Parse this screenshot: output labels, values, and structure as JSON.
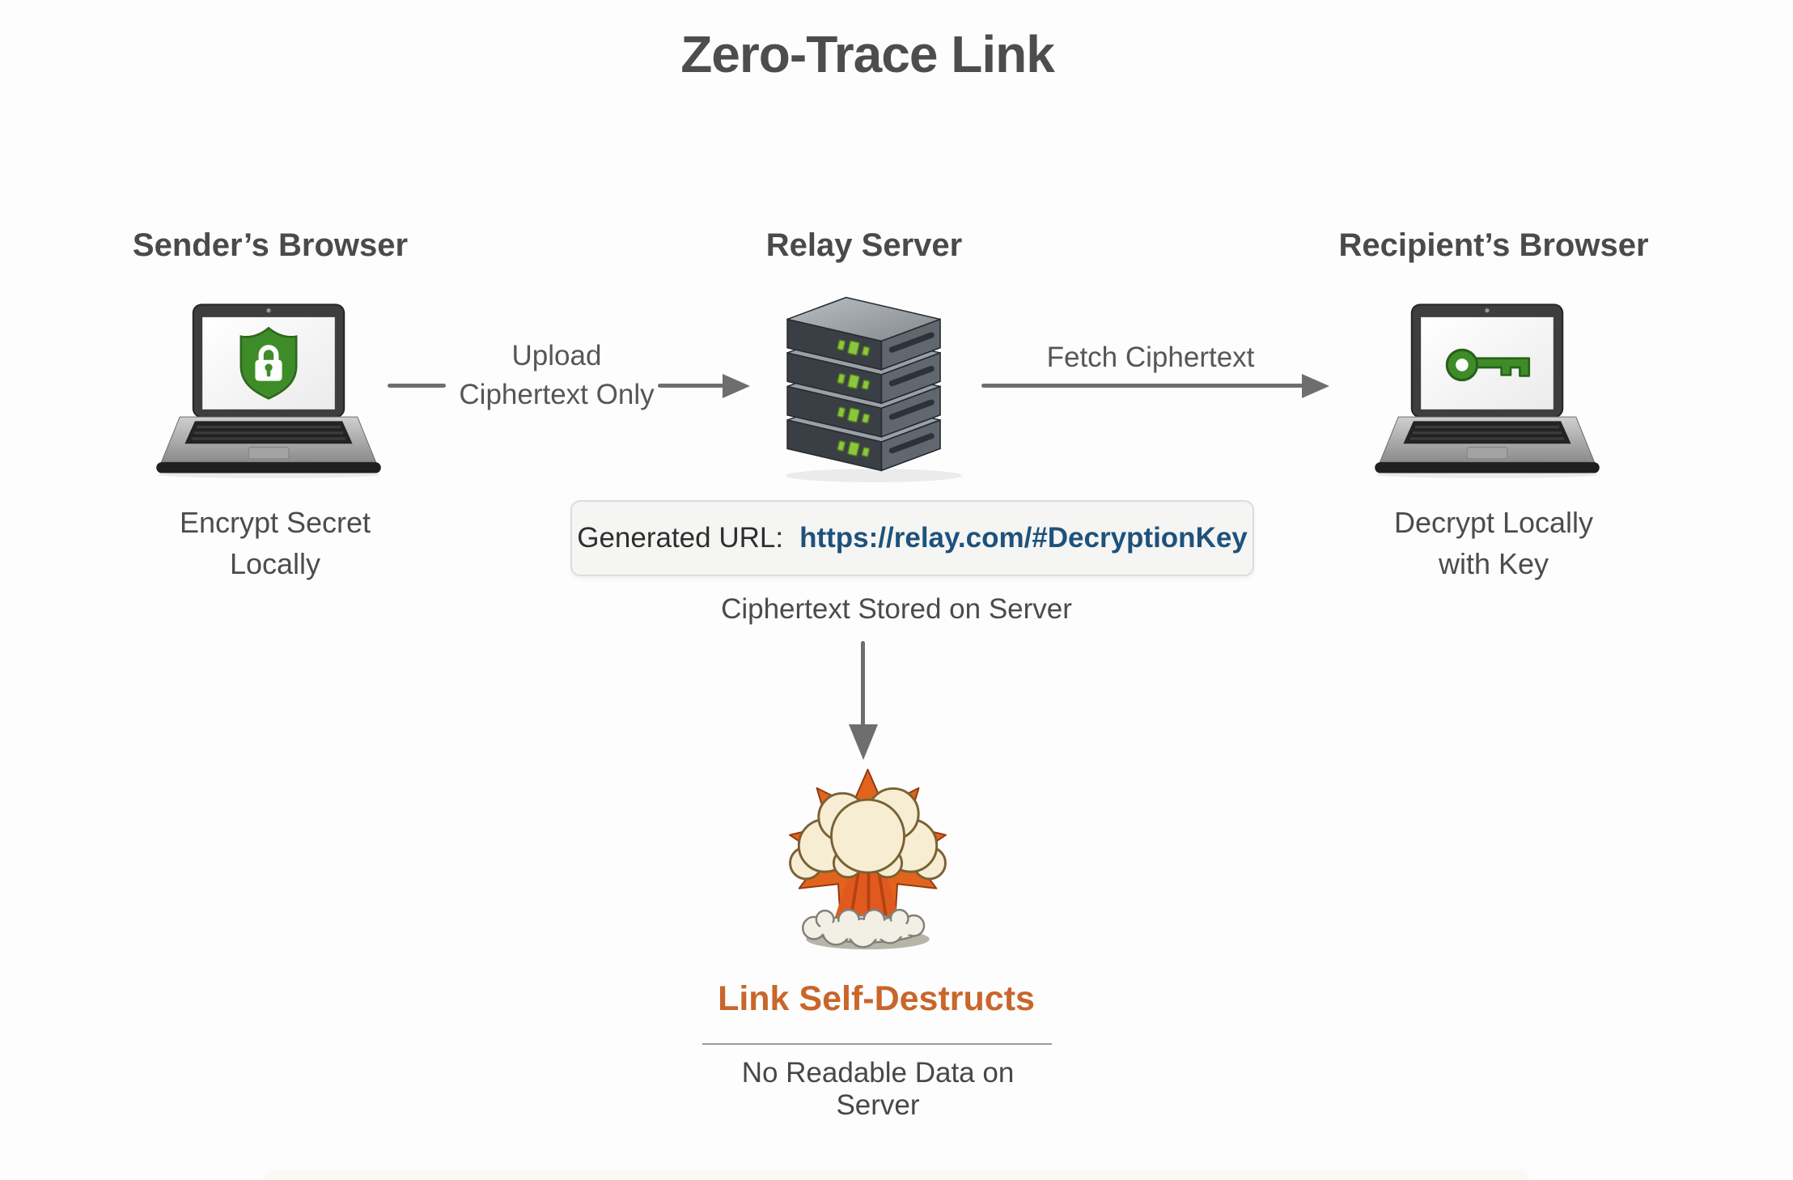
{
  "title": "Zero-Trace Link",
  "sender": {
    "heading": "Sender’s Browser",
    "caption_line1": "Encrypt Secret",
    "caption_line2": "Locally",
    "screen_icon": "shield-lock-icon"
  },
  "relay": {
    "heading": "Relay Server",
    "icon": "server-stack-icon",
    "caption": "Ciphertext Stored on Server"
  },
  "recipient": {
    "heading": "Recipient’s Browser",
    "caption_line1": "Decrypt Locally",
    "caption_line2": "with Key",
    "screen_icon": "key-icon"
  },
  "flows": {
    "upload_label_line1": "Upload",
    "upload_label_line2": "Ciphertext Only",
    "fetch_label": "Fetch Ciphertext"
  },
  "url_box": {
    "label": "Generated URL:",
    "url": "https://relay.com/#DecryptionKey"
  },
  "destruct": {
    "icon": "explosion-icon",
    "heading": "Link Self-Destructs",
    "caption": "No Readable Data on Server"
  },
  "colors": {
    "background": "#fdfdfd",
    "heading_gray": "#4a4a4a",
    "arrow_gray": "#6e6e6e",
    "icon_green": "#3e8c28",
    "led_green": "#8cc63e",
    "url_blue": "#1e527c",
    "destruct_orange": "#c9662a",
    "explosion_orange": "#e2641c",
    "url_box_bg": "#f5f5f3"
  }
}
